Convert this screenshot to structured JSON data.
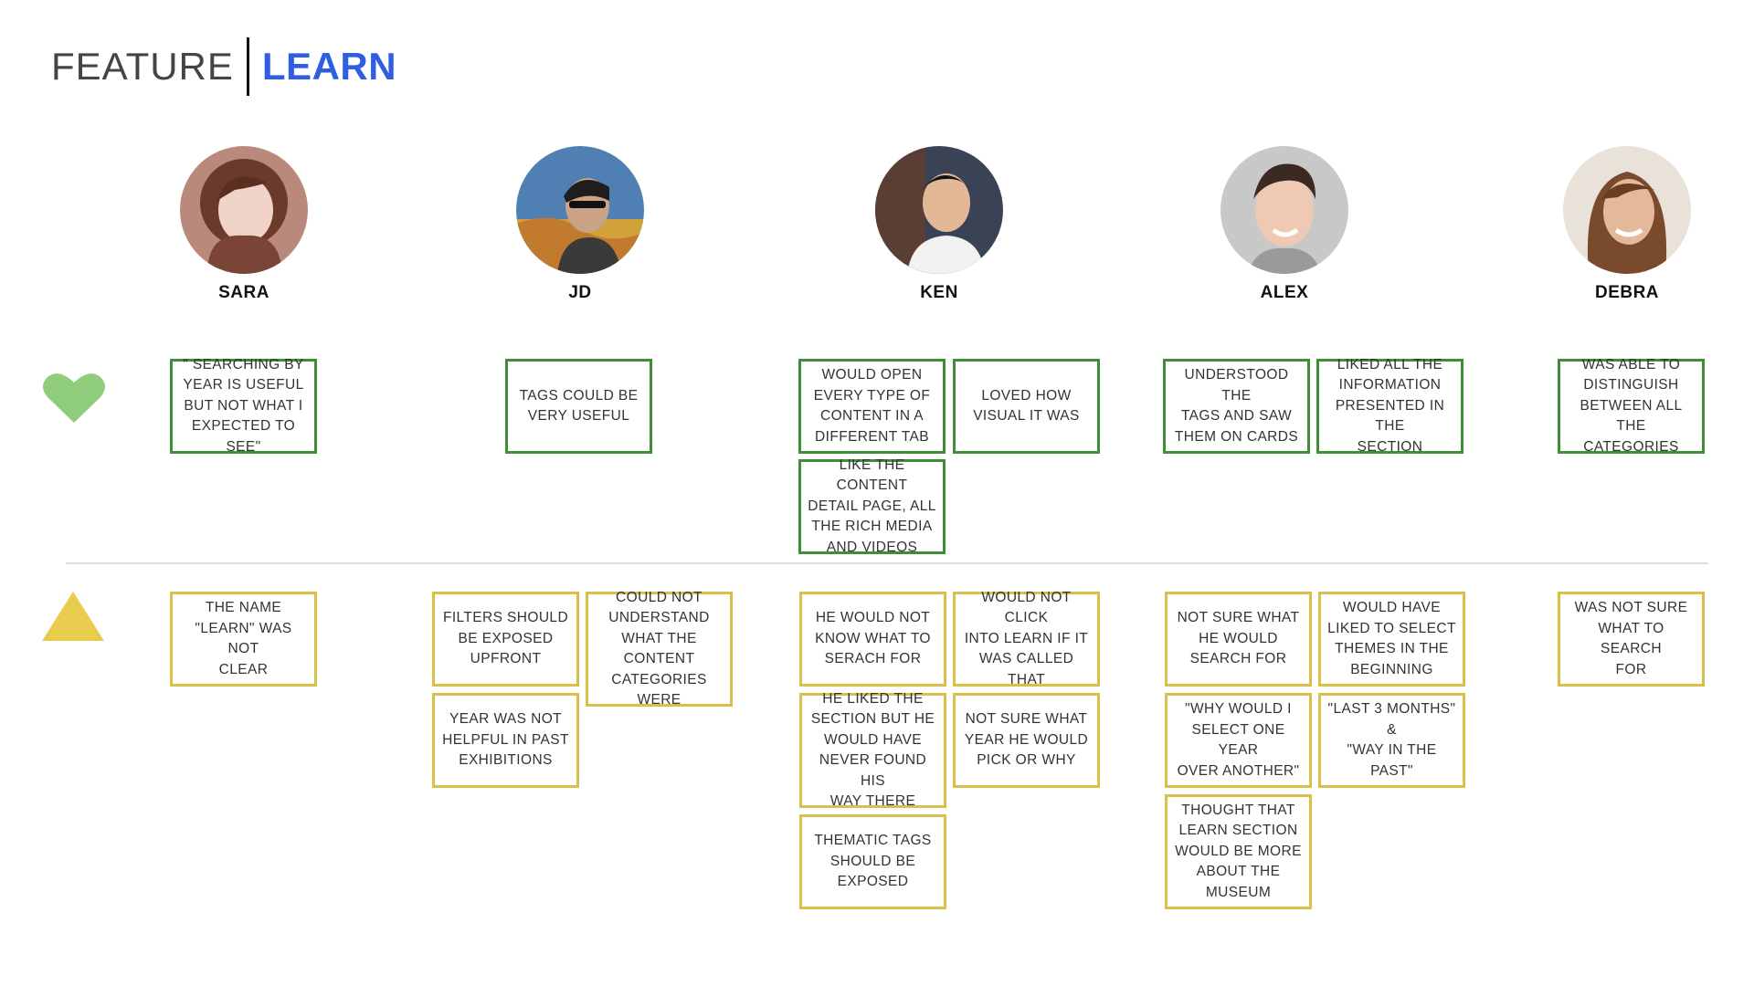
{
  "header": {
    "feature_label": "FEATURE",
    "section_label": "LEARN"
  },
  "colors": {
    "accent_blue": "#2f5fe0",
    "positive_border": "#3f8f36",
    "negative_border": "#d9c04a",
    "heart": "#8fcd7c",
    "triangle": "#e8cc4e"
  },
  "icons": {
    "positive": "heart-icon",
    "negative": "triangle-icon"
  },
  "personas": [
    {
      "name": "SARA"
    },
    {
      "name": "JD"
    },
    {
      "name": "KEN"
    },
    {
      "name": "ALEX"
    },
    {
      "name": "DEBRA"
    }
  ],
  "positive_notes": [
    "\" SEARCHING BY\nYEAR IS USEFUL\nBUT NOT WHAT I\nEXPECTED TO SEE\"",
    "TAGS COULD BE\nVERY USEFUL",
    "WOULD OPEN\nEVERY TYPE OF\nCONTENT IN A\nDIFFERENT TAB",
    "LOVED HOW\nVISUAL IT WAS",
    "LIKE THE CONTENT\nDETAIL PAGE, ALL\nTHE RICH MEDIA\nAND VIDEOS",
    "UNDERSTOOD THE\nTAGS AND SAW\nTHEM ON CARDS",
    "LIKED ALL THE\nINFORMATION\nPRESENTED IN THE\nSECTION",
    "WAS ABLE TO\nDISTINGUISH\nBETWEEN ALL THE\nCATEGORIES"
  ],
  "negative_notes": [
    "THE NAME\n\"LEARN\" WAS NOT\nCLEAR",
    "FILTERS SHOULD\nBE EXPOSED\nUPFRONT",
    "COULD NOT\nUNDERSTAND\nWHAT THE\nCONTENT\nCATEGORIES WERE",
    "YEAR WAS NOT\nHELPFUL IN PAST\nEXHIBITIONS",
    "HE WOULD NOT\nKNOW WHAT TO\nSERACH FOR",
    "WOULD NOT CLICK\nINTO LEARN IF IT\nWAS CALLED THAT",
    "HE LIKED THE\nSECTION BUT HE\nWOULD HAVE\nNEVER FOUND HIS\nWAY THERE",
    "NOT SURE WHAT\nYEAR HE WOULD\nPICK OR WHY",
    "THEMATIC TAGS\nSHOULD BE\nEXPOSED",
    "NOT SURE WHAT\nHE WOULD\nSEARCH FOR",
    "WOULD HAVE\nLIKED TO SELECT\nTHEMES IN THE\nBEGINNING",
    "\"WHY WOULD I\nSELECT ONE YEAR\nOVER ANOTHER\"",
    "\"LAST 3 MONTHS\"\n&\n\"WAY IN THE\nPAST\"",
    "THOUGHT THAT\nLEARN SECTION\nWOULD BE MORE\nABOUT THE\nMUSEUM",
    "WAS NOT SURE\nWHAT TO SEARCH\nFOR"
  ]
}
